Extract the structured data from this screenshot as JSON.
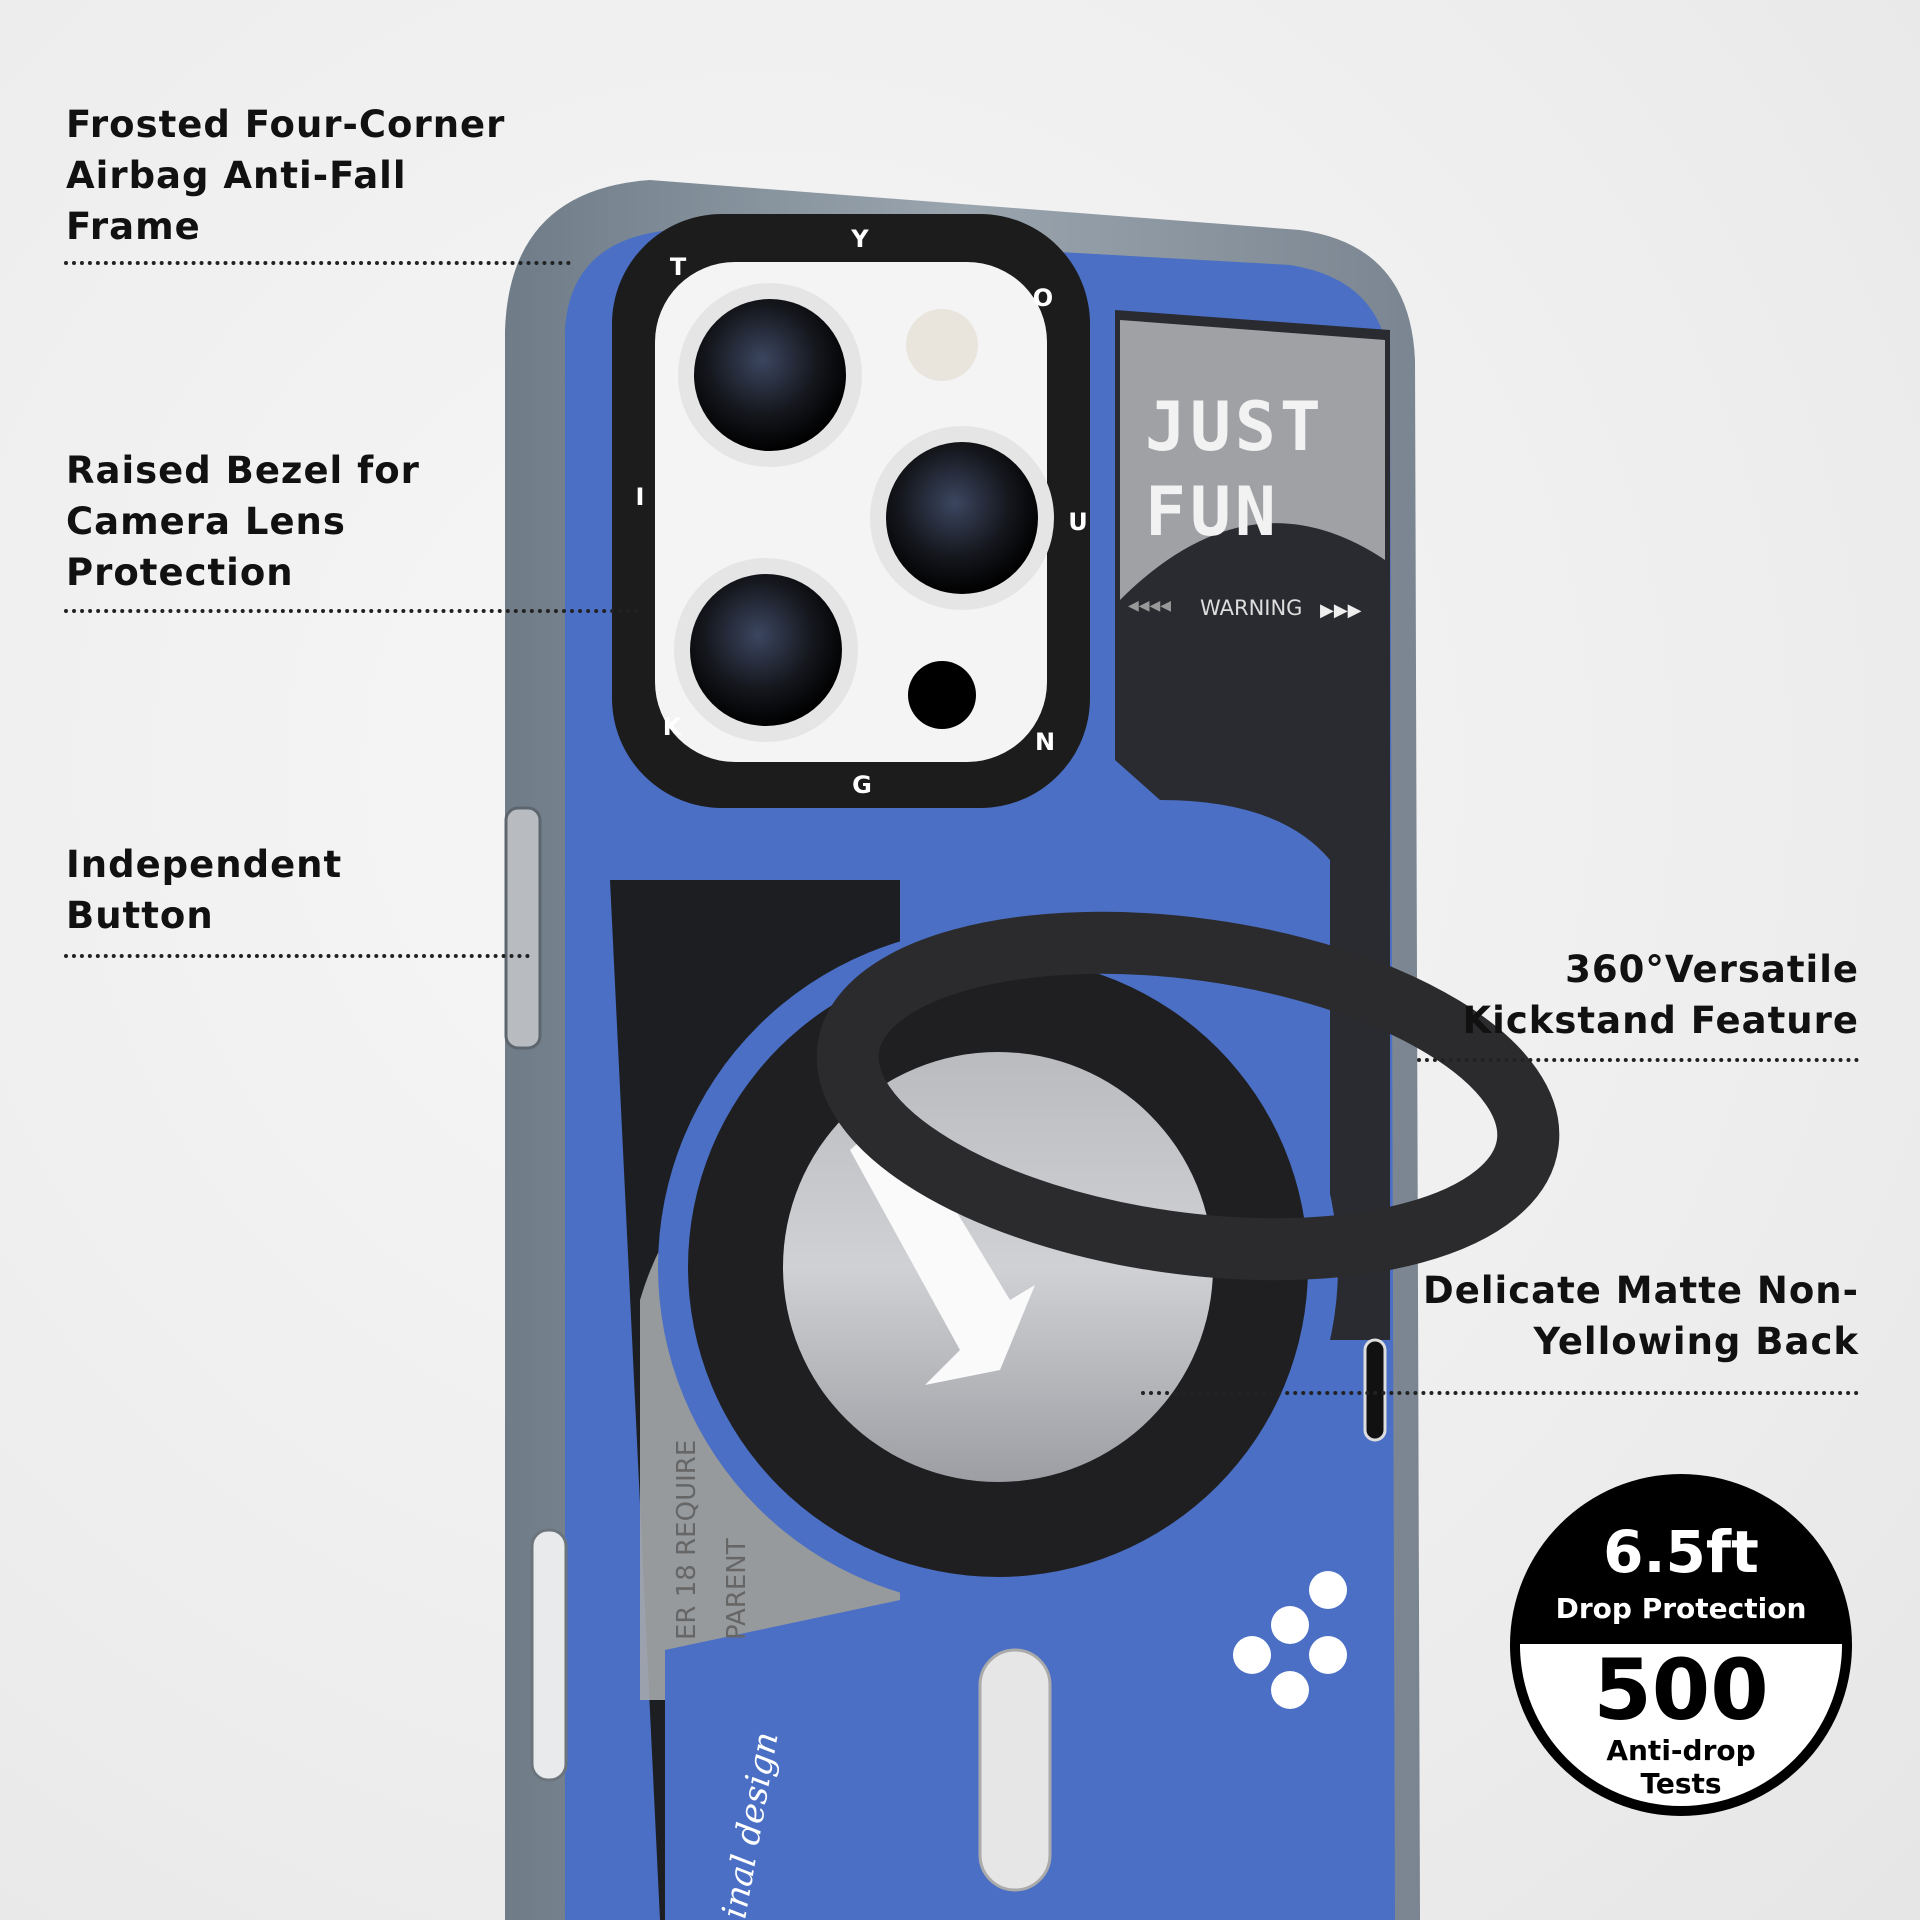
{
  "features": [
    {
      "lines": [
        "Frosted Four-Corner",
        "Airbag Anti-Fall",
        "Frame"
      ]
    },
    {
      "lines": [
        "Raised Bezel for",
        "Camera Lens",
        "Protection"
      ]
    },
    {
      "lines": [
        "Independent",
        "Button"
      ]
    },
    {
      "lines": [
        "360°Versatile",
        "Kickstand Feature"
      ]
    },
    {
      "lines": [
        "Delicate Matte Non-",
        "Yellowing Back"
      ]
    }
  ],
  "badge": {
    "height": "6.5ft",
    "height_label": "Drop Protection",
    "tests": "500",
    "tests_label_1": "Anti-drop",
    "tests_label_2": "Tests"
  },
  "phone_case": {
    "graphic_title_1": "JUST",
    "graphic_title_2": "FUN",
    "warning": "WARNING",
    "bezel_letters": [
      "Y",
      "O",
      "U",
      "N",
      "G",
      "K",
      "I",
      "T"
    ],
    "script_text": "inal design",
    "small_print_1": "ER 18 REQUIRE",
    "small_print_2": "PARENT",
    "colors": {
      "case_blue": "#4a6fc4",
      "bezel": "#1c1c1c",
      "frame": "#7c8a96"
    }
  }
}
